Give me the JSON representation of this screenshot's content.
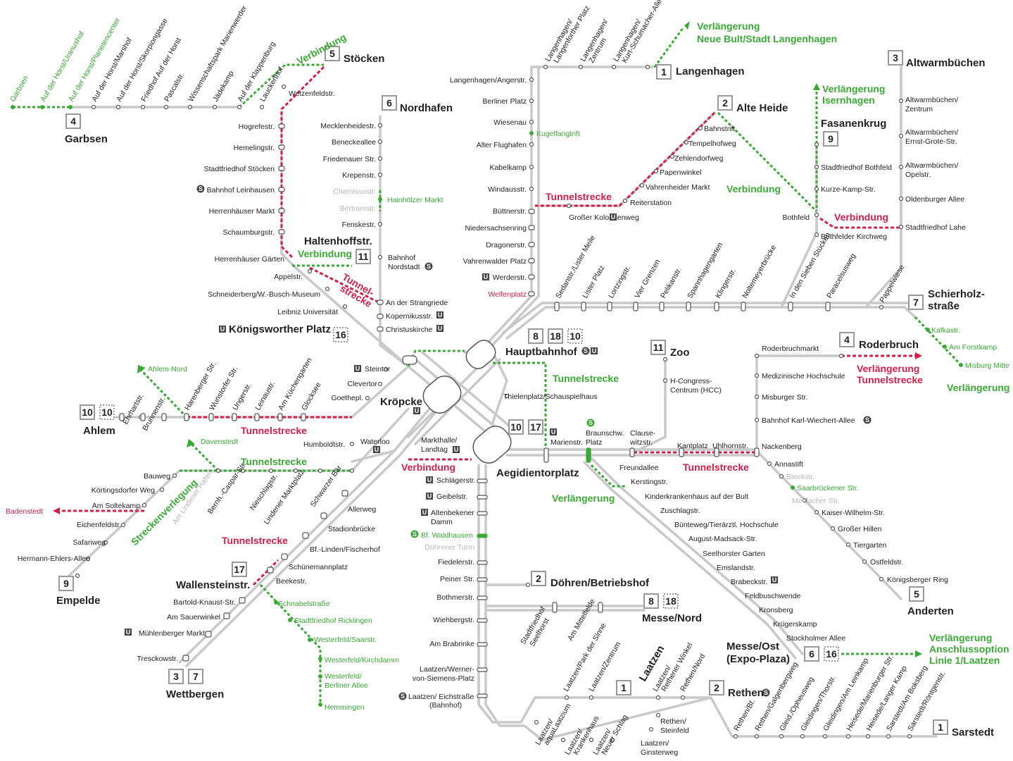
{
  "colors": {
    "line": "#c9c9c9",
    "tunnel": "#d2204a",
    "extension": "#3aaa35",
    "stop": "#555555"
  },
  "terminals": {
    "t1": "Langenhagen",
    "t2": "Alte Heide",
    "t3": "Altwarmbüchen",
    "t4": "Garbsen",
    "t5": "Stöcken",
    "t6": "Nordhafen",
    "t9a": "Fasanenkrug",
    "t7": "Schierholz-",
    "t7b": "straße",
    "t11": "Zoo",
    "t4r": "Roderbruch",
    "t10": "Ahlem",
    "t9e": "Empelde",
    "t17": "Wallensteinstr.",
    "t37": "Wettbergen",
    "t2d": "Döhren/Betriebshof",
    "t818": "Messe/Nord",
    "t1l": "Laatzen",
    "t2r": "Rethen",
    "t5a": "Anderten",
    "t616": "Messe/Ost",
    "t616b": "(Expo-Plaza)",
    "t1s": "Sarstedt"
  },
  "hubs": {
    "hbf": "Hauptbahnhof",
    "kro": "Kröpcke",
    "aeg": "Aegidientorplatz",
    "haltenhoff": "Haltenhoffstr.",
    "koenigsworther": "Königsworther Platz"
  },
  "labels": {
    "tunnel": "Tunnelstrecke",
    "tunnel2a": "Tunnel-",
    "tunnel2b": "strecke",
    "verbindung": "Verbindung",
    "verlaengerung": "Verlängerung",
    "streckenverlegung": "Streckenverlegung",
    "ext_langenhagen1": "Verlängerung",
    "ext_langenhagen2": "Neue Bult/Stadt Langenhagen",
    "ext_isernhagen1": "Verlängerung",
    "ext_isernhagen2": "Isernhagen",
    "ext_roderbruch1": "Verlängerung",
    "ext_roderbruch2": "Tunnelstrecke",
    "ext_laatzen1": "Verlängerung",
    "ext_laatzen2": "Anschlussoption",
    "ext_laatzen3": "Linie 1/Laatzen",
    "badenstedt": "Badenstedt",
    "ahlem_nord": "Ahlem-Nord",
    "davenstedt": "Davenstedt"
  },
  "stations": {
    "garbsen_line": [
      "Garbsen",
      "Auf der Horst/Uranushof",
      "Auf der Horst/Planetencenter",
      "Auf der Horst/Marshof",
      "Auf der Horst/Skorpiongasse",
      "Friedhof Auf der Horst",
      "Pascalstr.",
      "Wissenschaftspark Marienwerder",
      "Jädekamp",
      "Auf der Klappenburg",
      "Lauckerthof"
    ],
    "stoecken_line": [
      "Weizenfeldstr.",
      "Hogrefestr.",
      "Hemelingstr.",
      "Stadtfriedhof Stöcken",
      "Bahnhof Leinhausen",
      "Herrenhäuser Markt",
      "Schaumburgstr.",
      "Herrenhäuser Gärten",
      "Appelstr.",
      "Schneiderberg/W.-Busch-Museum",
      "Leibniz Universität"
    ],
    "nordhafen_line": [
      "Mecklenheidestr.",
      "Beneckeallee",
      "Friedenauer Str.",
      "Krepenstr.",
      "Chamissostr.",
      "Bertramstr.",
      "Fenskestr.",
      "Bahnhof",
      "Nordstadt",
      "An der Strangriede",
      "Kopernikusstr.",
      "Christuskirche",
      "Steintor",
      "Clevertor",
      "Goethepl."
    ],
    "hainhoelzer": "Hainhölzer Markt",
    "langenhagen_line": [
      "Langenhagen/Angerstr.",
      "Berliner Platz",
      "Wiesenau",
      "Alter Flughafen",
      "Kabelkamp",
      "Windausstr.",
      "Büttnerstr.",
      "Niedersachsenring",
      "Dragonerstr.",
      "Vahrenwalder Platz",
      "Werderstr.",
      "Welfenplatz"
    ],
    "kugelfang": "Kugelfangtrift",
    "lh_top": [
      "Langenhagen/",
      "Langenforther Platz",
      "Langenhagen/",
      "Zentrum",
      "Langenhagen/",
      "Kurt-Schumacher-Allee"
    ],
    "alteheide_line": [
      "Bahnstrift",
      "Tempelhofweg",
      "Zehlendorfweg",
      "Papenwinkel",
      "Vahrenheider Markt",
      "Reiterstation",
      "Großer Kolonnenweg"
    ],
    "fasanenkrug_line": [
      "Stadtfriedhof Bothfeld",
      "Kurze-Kamp-Str.",
      "Bothfeld",
      "Bothfelder Kirchweg"
    ],
    "altwarm_line": [
      "Altwarmbüchen/",
      "Zentrum",
      "Altwarmbüchen/",
      "Ernst-Grote-Str.",
      "Altwarmbüchen/",
      "Opelstr.",
      "Oldenburger Allee",
      "Stadtfriedhof Lahe"
    ],
    "lister_line": [
      "Sedanstr./Lister Meile",
      "Lister Platz",
      "Lortzingstr.",
      "Vier Grenzen",
      "Pelikanstr.",
      "Spannhagengarten",
      "Klingerstr.",
      "Noltemeyerbrücke",
      "In den Sieben Stücken",
      "Paracelsusweg",
      "Pappelwiese"
    ],
    "schierholz_ext": [
      "Kafkastr.",
      "Am Forstkamp",
      "Misburg Mitte"
    ],
    "zoo_line": [
      "H-Congress-",
      "Centrum (HCC)"
    ],
    "thielen": "Thielenplatz/Schauspielhaus",
    "roderbruch_line": [
      "Roderbruchmarkt",
      "Medizinische Hochschule",
      "Misburger Str.",
      "Bahnhof Karl-Wiechert-Allee",
      "Nackenberg"
    ],
    "anderten_line": [
      "Annastift",
      "Bleekstr.",
      "Saarbrückener Str.",
      "Mettlacher Str.",
      "Kaiser-Wilhelm-Str.",
      "Großer Hillen",
      "Tiergarten",
      "Ostfeldstr.",
      "Königsberger Ring"
    ],
    "aeg_east": [
      "Marienstr.",
      "Braunschw.",
      "Platz",
      "Clause-",
      "witzstr.",
      "Kantplatz",
      "Uhlhornstr."
    ],
    "messe_line": [
      "Freundallee",
      "Kerstingstr.",
      "Kinderkrankenhaus auf der Bult",
      "Zuschlagstr.",
      "Bünteweg/Tierärztl. Hochschule",
      "August-Madsack-Str.",
      "Seelhorster Garten",
      "Emslandstr.",
      "Brabeckstr.",
      "Feldbuschwende",
      "Kronsberg",
      "Krügerskamp",
      "Stockholmer Allee"
    ],
    "ahlem_line": [
      "Ehrhartstr.",
      "Brunnenstr.",
      "Harenberger Str.",
      "Wunstorfer Str.",
      "Ungerstr.",
      "Leinaustr.",
      "Am Küchengarten",
      "Glocksee"
    ],
    "empelde_line": [
      "Bauweg",
      "Körtingsdorfer Weg",
      "Am Soltekamp",
      "Eichenfeldstr.",
      "Safariweg",
      "Hermann-Ehlers-Allee"
    ],
    "davenstedt_line": [
      "Am Lindener Hafen",
      "Bernh.-Caspar-Str.",
      "Nieschlagstr.",
      "Lindener Marktplatz",
      "Schwarzer Bär"
    ],
    "humboldt": "Humboldtstr.",
    "waterloo": "Waterloo",
    "markthalle": [
      "Markthalle/",
      "Landtag"
    ],
    "wettbergen_line": [
      "Allerweg",
      "Stadionbrücke",
      "Bf.-Linden/Fischerhof",
      "Schünemannplatz",
      "Beekestr.",
      "Bartold-Knaust-Str.",
      "Am Sauerwinkel",
      "Mühlenberger Markt",
      "Tresckowstr."
    ],
    "wallenstein_ext": [
      "Schnabelstraße",
      "Stadtfriedhof Ricklingen",
      "Westerfeld/Saarstr.",
      "Westerfeld/Kirchdamm",
      "Westerfeld/",
      "Berliner Allee",
      "Hemmingen"
    ],
    "south_line": [
      "Schlägerstr.",
      "Geibelstr.",
      "Altenbekener",
      "Damm",
      "Bf. Waldhausen",
      "Döhrener Turm",
      "Fiedelerstr.",
      "Peiner Str.",
      "Bothmerstr.",
      "Wiehbergstr.",
      "Am Brabrinke",
      "Laatzen/Werner-",
      "von-Siemens-Platz",
      "Laatzen/ Eichstraße",
      "(Bahnhof)"
    ],
    "messe_nord": [
      "Stadtfriedhof",
      "Seelhorst",
      "Am Mittelfelde"
    ],
    "laatzen_line": [
      "Laatzen/",
      "aquaLaatzium",
      "Laatzen/",
      "Krankenhaus",
      "Laatzen/",
      "Neuer Schlag",
      "Laatzen/Park der Sinne",
      "Laatzen/Zentrum",
      "Laatzen/",
      "Rethener Winkel",
      "Rethen/Nord",
      "Rethen/",
      "Steinfeld",
      "Laatzen/",
      "Ginsterweg"
    ],
    "sarstedt_line": [
      "Rethen/Bf.",
      "Rethen/Galgenbergweg",
      "Gleid./Opheusweg",
      "Gleidingen/Thorstr.",
      "Gleidingen/Am Leinkamp",
      "Heisede/Marienburger Str.",
      "Heisede/Langer Kamp",
      "Sarstedt/Am Boksberg",
      "Sarstedt/Röntgenstr."
    ]
  }
}
